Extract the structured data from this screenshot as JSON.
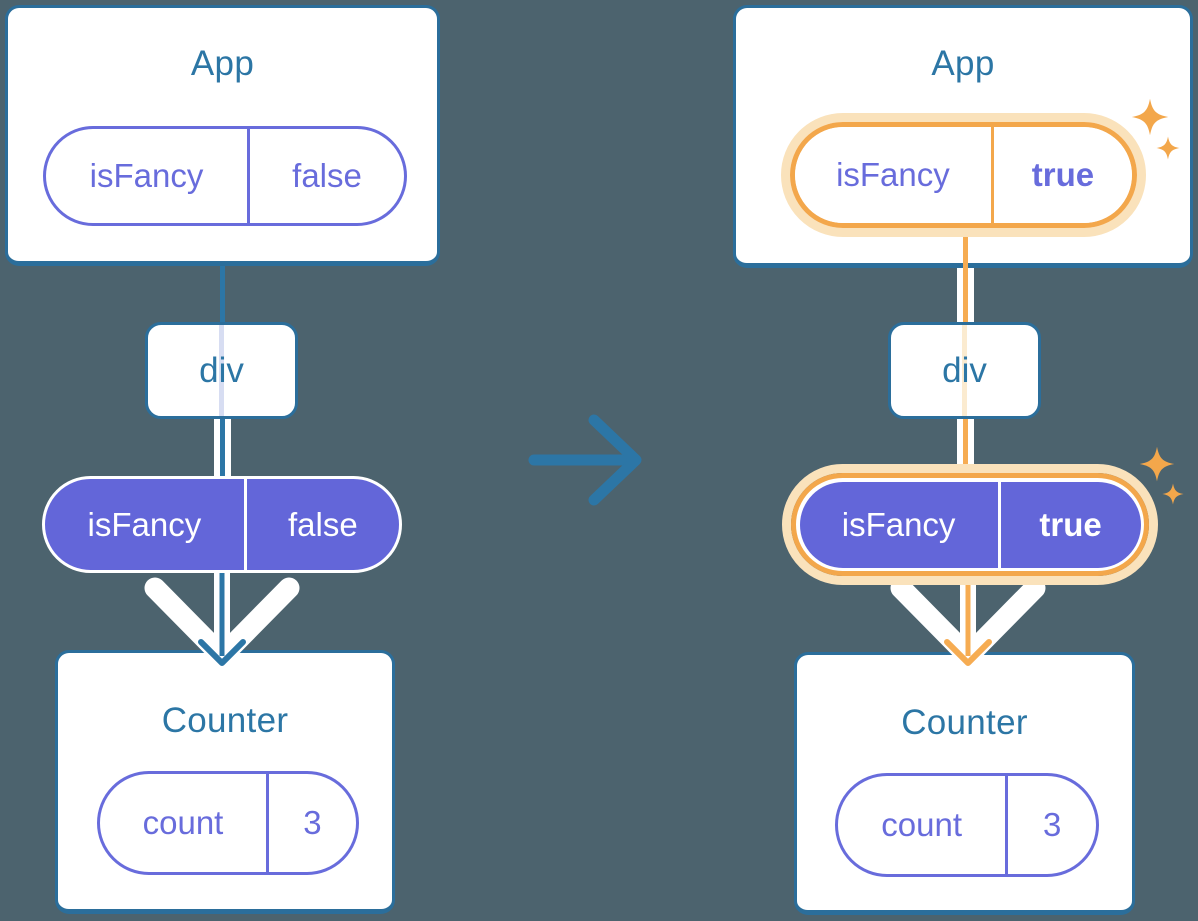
{
  "colors": {
    "background": "#4C636E",
    "blue": "#2C76A6",
    "card_border": "#2B6E9B",
    "heading": "#2C76A5",
    "purple": "#686CDC",
    "purple_fill": "#6366D9",
    "orange": "#F3A74B",
    "orange_core": "#F6AC52",
    "orange_pale": "#FAE2BB",
    "orange_faint": "#FBEBD0",
    "lavender_pale": "#D7DDF2",
    "white": "#FFFFFF"
  },
  "icons": {
    "transition_arrow": "right-arrow",
    "prop_flow_arrow": "down-chevron-arrow",
    "sparkle": "four-point-star"
  },
  "before": {
    "app": {
      "title": "App",
      "prop_name": "isFancy",
      "prop_value": "false"
    },
    "container": {
      "title": "div"
    },
    "passed_prop": {
      "name": "isFancy",
      "value": "false"
    },
    "counter": {
      "title": "Counter",
      "state_name": "count",
      "state_value": "3"
    }
  },
  "after": {
    "app": {
      "title": "App",
      "prop_name": "isFancy",
      "prop_value": "true"
    },
    "container": {
      "title": "div"
    },
    "passed_prop": {
      "name": "isFancy",
      "value": "true"
    },
    "counter": {
      "title": "Counter",
      "state_name": "count",
      "state_value": "3"
    }
  }
}
